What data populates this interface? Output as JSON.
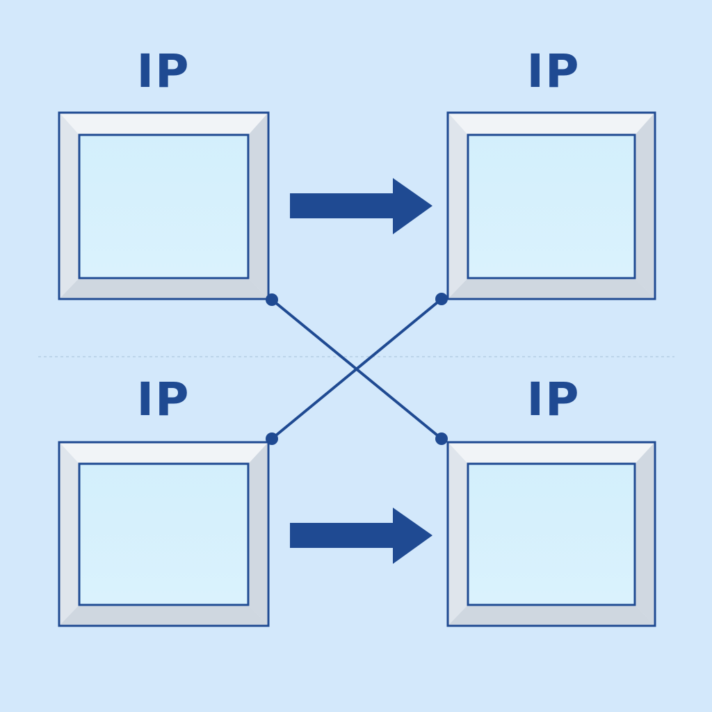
{
  "nodes": [
    {
      "id": "top-left",
      "label": "IP"
    },
    {
      "id": "top-right",
      "label": "IP"
    },
    {
      "id": "bottom-left",
      "label": "IP"
    },
    {
      "id": "bottom-right",
      "label": "IP"
    }
  ],
  "colors": {
    "background": "#d3e8fb",
    "accent": "#1f4a92",
    "frame": "#e4e9ef",
    "screen": "#d6f0fc"
  }
}
